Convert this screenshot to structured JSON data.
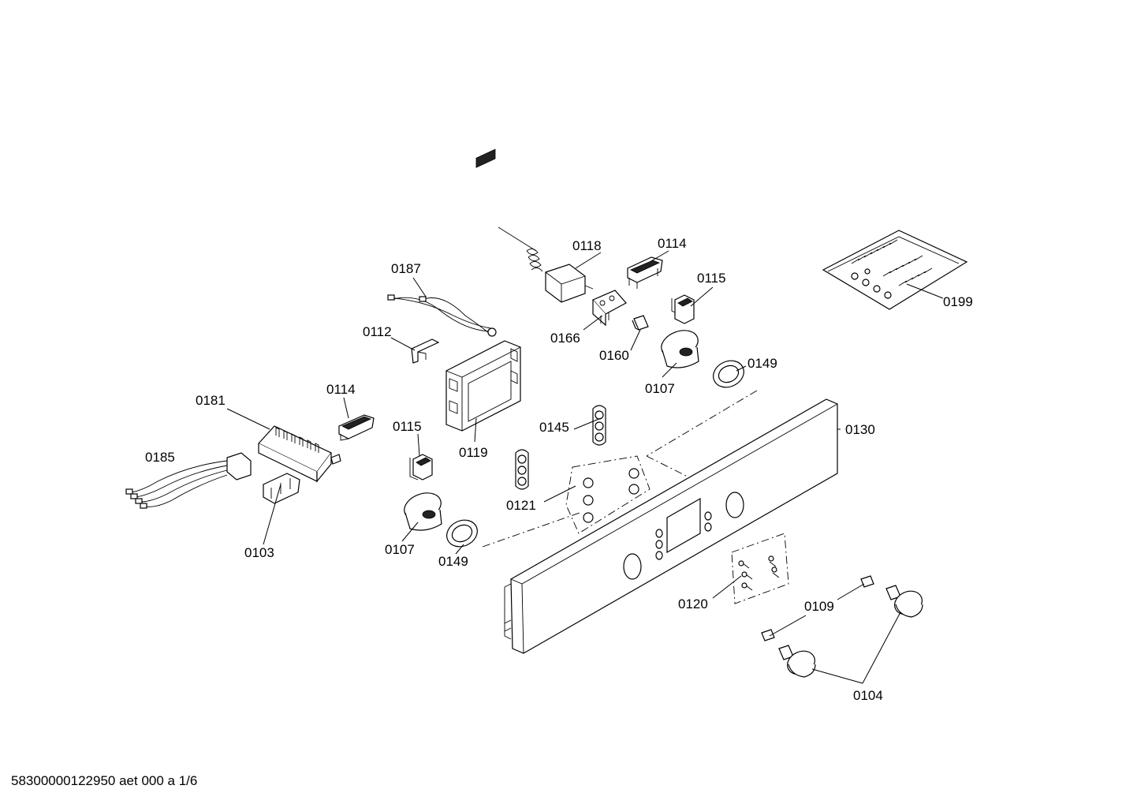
{
  "document_code": "58300000122950 aet 000 a 1/6",
  "labels": {
    "l0118": "0118",
    "l0114a": "0114",
    "l0187": "0187",
    "l0115a": "0115",
    "l0199": "0199",
    "l0112": "0112",
    "l0166": "0166",
    "l0160": "0160",
    "l0149a": "0149",
    "l0107a": "0107",
    "l0181": "0181",
    "l0114b": "0114",
    "l0130": "0130",
    "l0115b": "0115",
    "l0145": "0145",
    "l0119": "0119",
    "l0185": "0185",
    "l0121": "0121",
    "l0103": "0103",
    "l0107b": "0107",
    "l0149b": "0149",
    "l0120": "0120",
    "l0109": "0109",
    "l0104": "0104"
  }
}
